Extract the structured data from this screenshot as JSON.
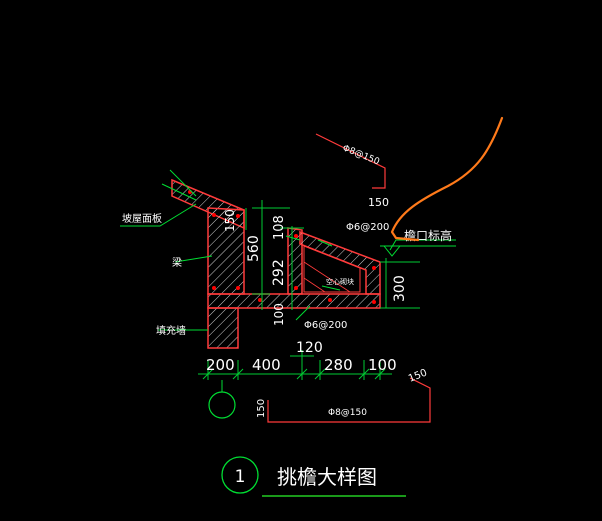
{
  "colors": {
    "background": "#000000",
    "concrete_outline": "#ff3b3b",
    "hatch": "#ffffff",
    "rebar": "#ff0000",
    "dimension": "#00cc33",
    "leader": "#00dd33",
    "text": "#ffffff",
    "title_line": "#22cc22",
    "annotation_stroke": "#ff7a1a"
  },
  "title": {
    "number": "1",
    "text": "挑檐大样图"
  },
  "callouts": {
    "slope_roof_panel": "坡屋面板",
    "beam": "梁",
    "infill_wall": "填充墙",
    "eave_elevation": "檐口标高",
    "hollow_block": "空心砌块"
  },
  "rebar_labels": {
    "top_bar_spec": "Φ8@150",
    "top_bar_length": "150",
    "slab_bar_upper": "Φ6@200",
    "slab_bar_lower": "Φ6@200",
    "bottom_bar_spec": "Φ8@150",
    "bottom_bar_left": "150",
    "bottom_bar_right": "150"
  },
  "dimensions": {
    "vertical": {
      "top_slab": "150",
      "total_height": "560",
      "upright_top": "108",
      "upright_mid": "292",
      "slab_thickness": "100",
      "edge_height": "300"
    },
    "horizontal": {
      "row_top": "120",
      "row_bottom": [
        "200",
        "400",
        "280",
        "100"
      ]
    }
  }
}
